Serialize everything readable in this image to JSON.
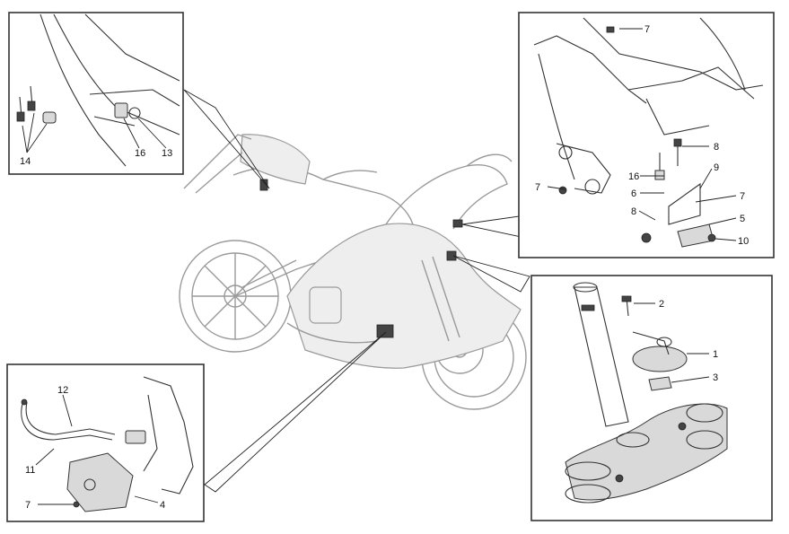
{
  "panels": {
    "top_left": {
      "labels": [
        "14",
        "16",
        "13"
      ]
    },
    "top_right": {
      "labels": [
        "7",
        "8",
        "9",
        "7",
        "16",
        "6",
        "7",
        "8",
        "5",
        "10"
      ]
    },
    "bottom_left": {
      "labels": [
        "12",
        "11",
        "7",
        "4"
      ]
    },
    "bottom_right": {
      "labels": [
        "2",
        "1",
        "3"
      ]
    }
  },
  "colors": {
    "line": "#222222",
    "bike": "#9a9a9a",
    "panel_border": "#333333"
  }
}
